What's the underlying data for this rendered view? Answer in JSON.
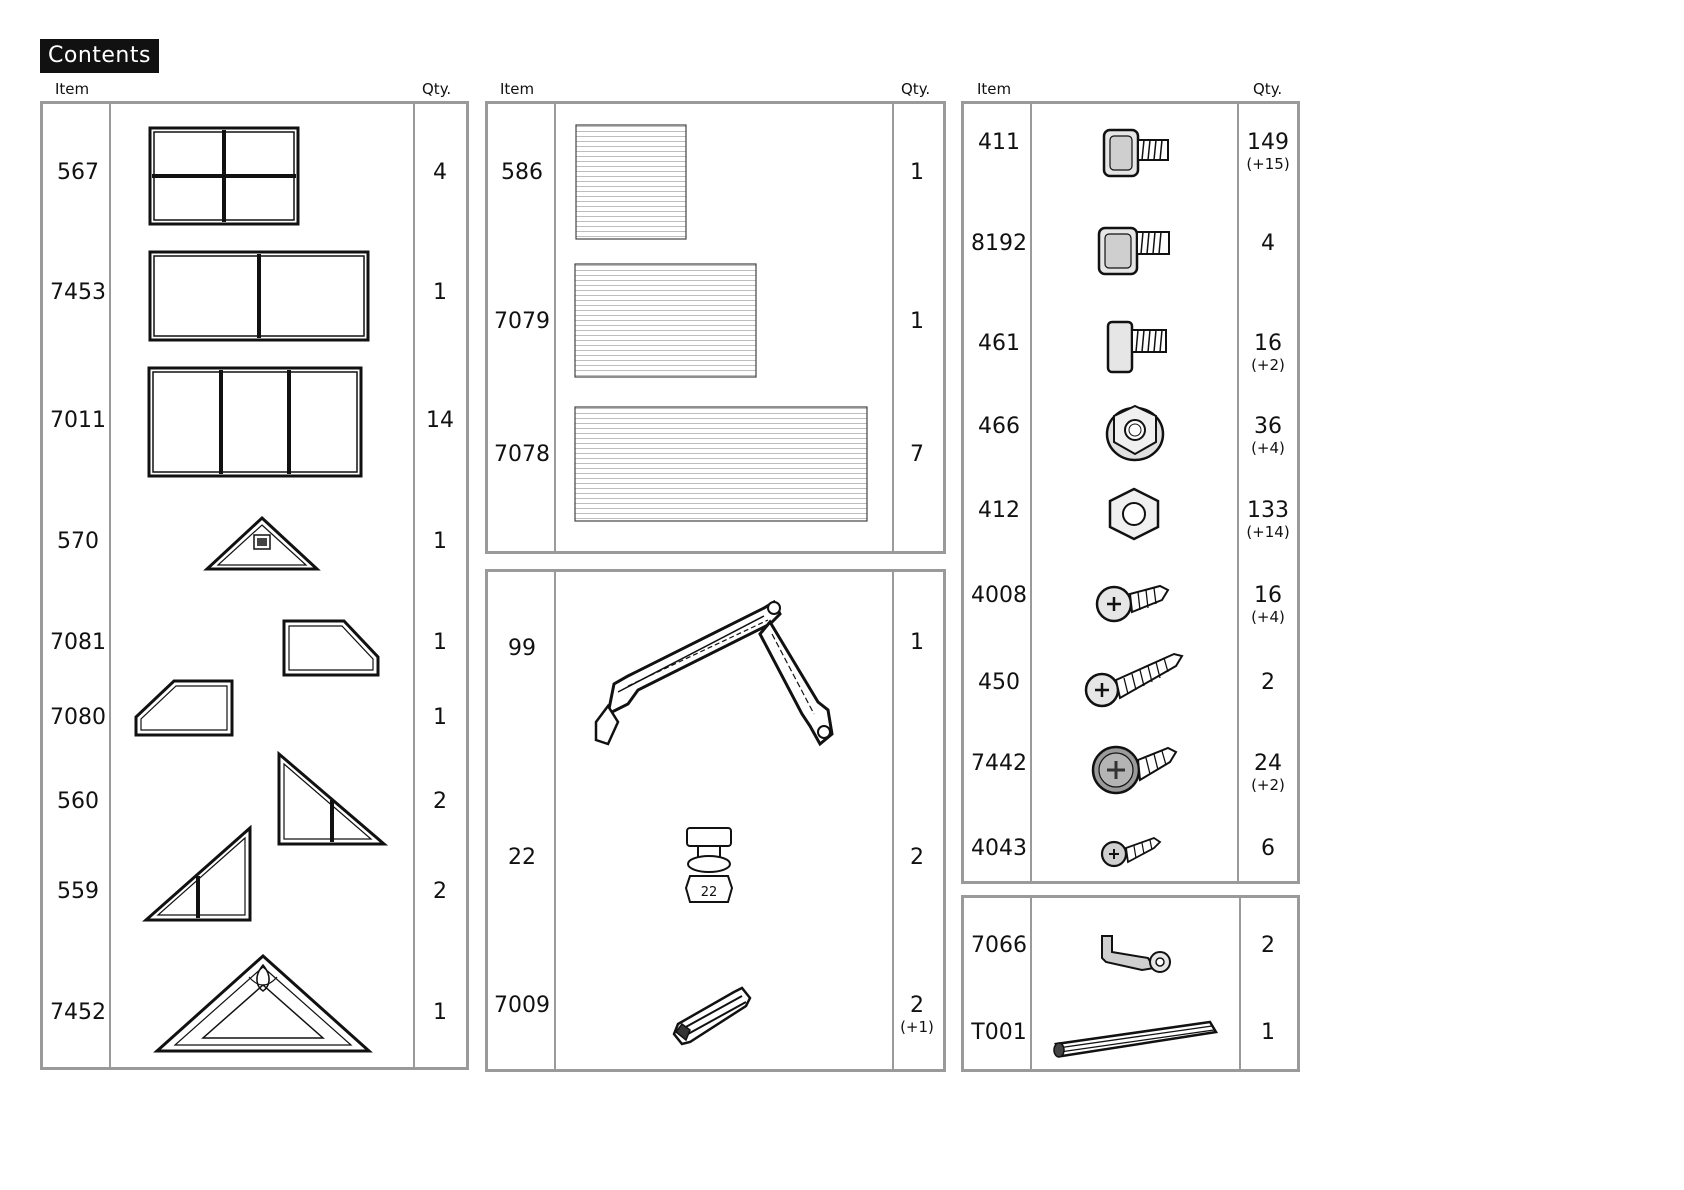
{
  "title": "Contents",
  "headers": {
    "item": "Item",
    "qty": "Qty."
  },
  "col1": [
    {
      "item": "567",
      "qty": "4",
      "extra": "",
      "icon": "panel-2x2-frame-icon"
    },
    {
      "item": "7453",
      "qty": "1",
      "extra": "",
      "icon": "panel-2-frame-icon"
    },
    {
      "item": "7011",
      "qty": "14",
      "extra": "",
      "icon": "panel-3-frame-icon"
    },
    {
      "item": "570",
      "qty": "1",
      "extra": "",
      "icon": "small-gable-triangle-icon"
    },
    {
      "item": "7081",
      "qty": "1",
      "extra": "",
      "icon": "trapezoid-right-frame-icon"
    },
    {
      "item": "7080",
      "qty": "1",
      "extra": "",
      "icon": "trapezoid-left-frame-icon"
    },
    {
      "item": "560",
      "qty": "2",
      "extra": "",
      "icon": "triangle-right-frame-icon"
    },
    {
      "item": "559",
      "qty": "2",
      "extra": "",
      "icon": "triangle-left-frame-icon"
    },
    {
      "item": "7452",
      "qty": "1",
      "extra": "",
      "icon": "large-gable-triangle-icon"
    }
  ],
  "col2a": [
    {
      "item": "586",
      "qty": "1",
      "extra": "",
      "icon": "small-polycarbonate-sheet-icon"
    },
    {
      "item": "7079",
      "qty": "1",
      "extra": "",
      "icon": "medium-polycarbonate-sheet-icon"
    },
    {
      "item": "7078",
      "qty": "7",
      "extra": "",
      "icon": "large-polycarbonate-sheet-icon"
    }
  ],
  "col2b": [
    {
      "item": "99",
      "qty": "1",
      "extra": "",
      "icon": "roof-bracket-icon"
    },
    {
      "item": "22",
      "qty": "2",
      "extra": "",
      "icon": "connector-22-icon"
    },
    {
      "item": "7009",
      "qty": "2",
      "extra": "(+1)",
      "icon": "star-rod-icon"
    }
  ],
  "col3a": [
    {
      "item": "411",
      "qty": "149",
      "extra": "(+15)",
      "icon": "square-head-bolt-icon"
    },
    {
      "item": "8192",
      "qty": "4",
      "extra": "",
      "icon": "square-head-bolt-large-icon"
    },
    {
      "item": "461",
      "qty": "16",
      "extra": "(+2)",
      "icon": "t-bolt-icon"
    },
    {
      "item": "466",
      "qty": "36",
      "extra": "(+4)",
      "icon": "flange-nut-icon"
    },
    {
      "item": "412",
      "qty": "133",
      "extra": "(+14)",
      "icon": "hex-nut-icon"
    },
    {
      "item": "4008",
      "qty": "16",
      "extra": "(+4)",
      "icon": "self-drilling-screw-icon"
    },
    {
      "item": "450",
      "qty": "2",
      "extra": "",
      "icon": "long-screw-icon"
    },
    {
      "item": "7442",
      "qty": "24",
      "extra": "(+2)",
      "icon": "washer-head-screw-icon"
    },
    {
      "item": "4043",
      "qty": "6",
      "extra": "",
      "icon": "small-screw-icon"
    }
  ],
  "col3b": [
    {
      "item": "7066",
      "qty": "2",
      "extra": "",
      "icon": "bracket-clip-icon"
    },
    {
      "item": "T001",
      "qty": "1",
      "extra": "",
      "icon": "tube-rod-icon"
    }
  ]
}
